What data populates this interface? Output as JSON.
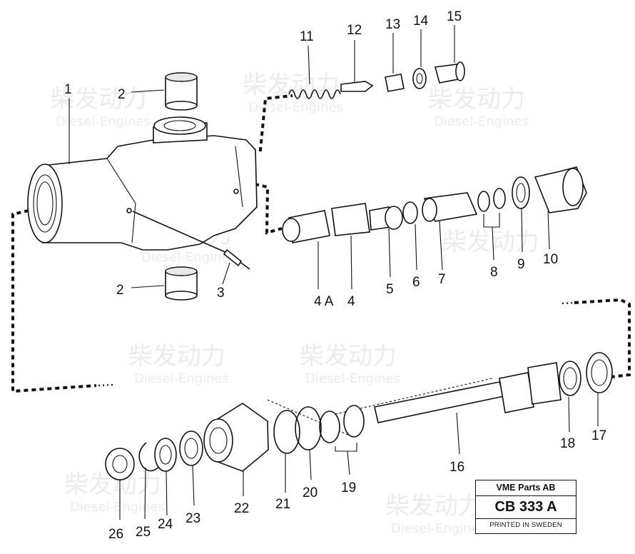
{
  "title_block": {
    "company": "VME Parts AB",
    "code": "CB 333 A",
    "printed": "PRINTED IN SWEDEN"
  },
  "watermark": {
    "text_cn": "柴发动力",
    "text_en": "Diesel-Engines"
  },
  "labels": {
    "p1": "1",
    "p2a": "2",
    "p2b": "2",
    "p3": "3",
    "p4a": "4 A",
    "p4": "4",
    "p5": "5",
    "p6": "6",
    "p7": "7",
    "p8": "8",
    "p9": "9",
    "p10": "10",
    "p11": "11",
    "p12": "12",
    "p13": "13",
    "p14": "14",
    "p15": "15",
    "p16": "16",
    "p17": "17",
    "p18": "18",
    "p19": "19",
    "p20": "20",
    "p21": "21",
    "p22": "22",
    "p23": "23",
    "p24": "24",
    "p25": "25",
    "p26": "26"
  }
}
